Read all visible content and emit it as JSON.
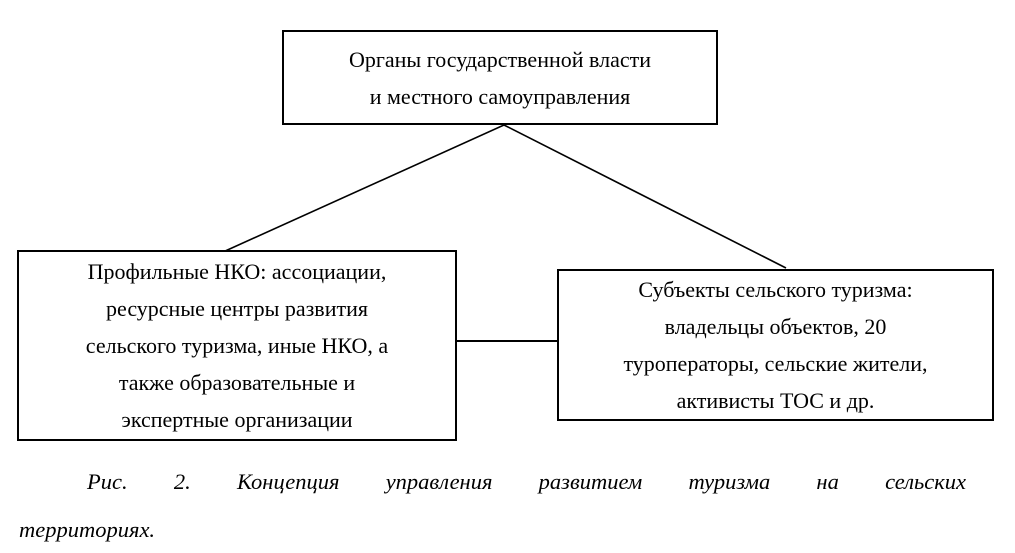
{
  "diagram": {
    "top_box": {
      "lines": [
        "Органы государственной власти",
        "и местного самоуправления"
      ]
    },
    "left_box": {
      "lines": [
        "Профильные НКО: ассоциации,",
        "ресурсные центры развития",
        "сельского туризма, иные НКО, а",
        "также образовательные и",
        "экспертные организации"
      ]
    },
    "right_box": {
      "lines": [
        "Субъекты сельского туризма:",
        "владельцы объектов, 20",
        "туроператоры, сельские жители,",
        "активисты ТОС и др."
      ]
    }
  },
  "caption": {
    "line1": "Рис. 2. Концепция управления развитием туризма на сельских",
    "line2": "территориях."
  },
  "colors": {
    "background": "#ffffff",
    "box_border": "#000000",
    "text": "#000000",
    "connector": "#000000"
  }
}
